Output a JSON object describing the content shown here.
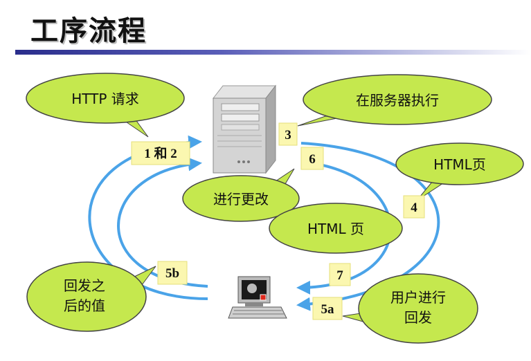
{
  "title": "工序流程",
  "bubbles": {
    "http_request": "HTTP 请求",
    "execute_on_server": "在服务器执行",
    "html_page_right": "HTML页",
    "make_changes": "进行更改",
    "html_page_center": "HTML 页",
    "postback_value_line1": "回发之",
    "postback_value_line2": "后的值",
    "user_postback_line1": "用户进行",
    "user_postback_line2": "回发"
  },
  "steps": {
    "s12": "1 和 2",
    "s3": "3",
    "s4": "4",
    "s5a": "5a",
    "s5b": "5b",
    "s6": "6",
    "s7": "7"
  },
  "colors": {
    "bubble_fill": "#c5e84e",
    "bubble_stroke": "#444444",
    "arrow": "#4aa3e8",
    "tag_fill": "#fbf7b0",
    "title_rule": "#2a2e8c"
  },
  "icons": {
    "server": "server-tower-icon",
    "client": "computer-monitor-icon"
  }
}
